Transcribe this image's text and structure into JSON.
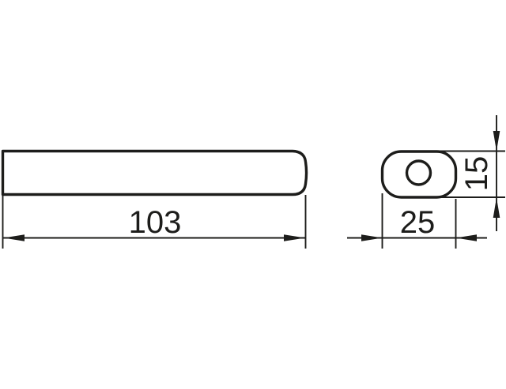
{
  "drawing": {
    "background": "#ffffff",
    "line_color": "#1d1d1b",
    "dimensions": {
      "length": "103",
      "width": "25",
      "height": "15"
    }
  }
}
